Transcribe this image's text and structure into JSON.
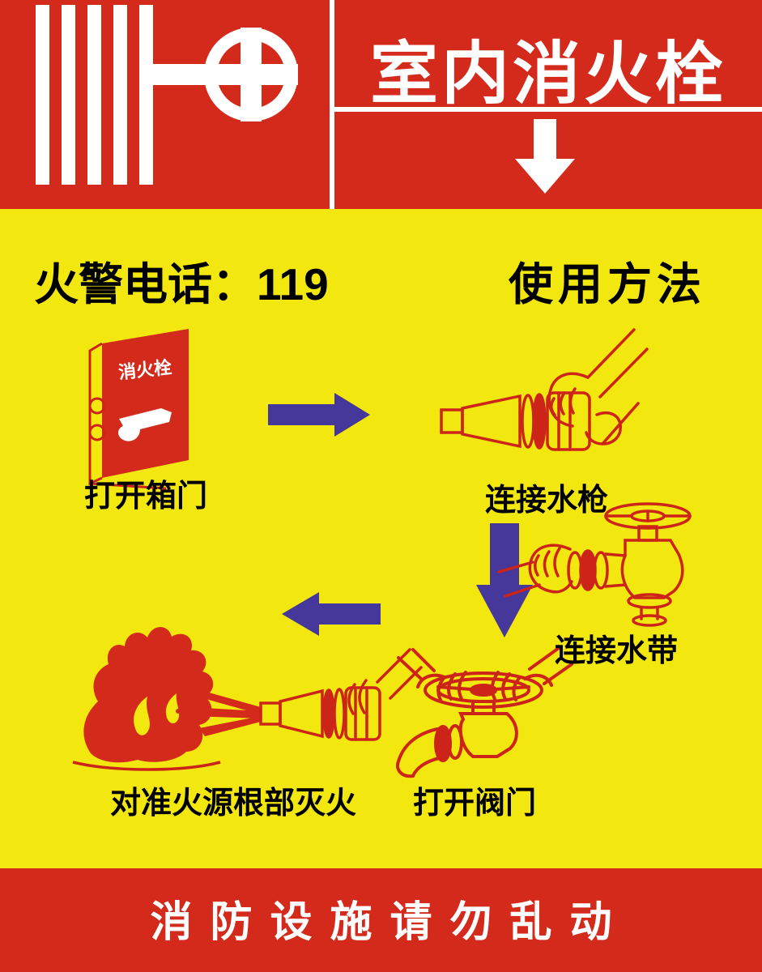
{
  "poster": {
    "colors": {
      "band_red": "#d42a1c",
      "background_yellow": "#f2e70e",
      "arrow_purple": "#46379b",
      "illustration_red": "#cc2418",
      "text_black": "#000000",
      "text_white": "#ffffff"
    },
    "header": {
      "title": "室内消火栓",
      "symbol_icon": "fire-hose-reel-icon",
      "down_arrow_icon": "down-arrow-icon"
    },
    "subheader": {
      "fire_phone": "火警电话：119",
      "usage_title": "使用方法"
    },
    "cabinet_label": "消火栓",
    "steps": [
      {
        "label": "打开箱门"
      },
      {
        "label": "连接水枪"
      },
      {
        "label": "连接水带"
      },
      {
        "label": "打开阀门"
      },
      {
        "label": "对准火源根部灭火"
      }
    ],
    "footer": {
      "notice": "消防设施请勿乱动"
    }
  }
}
